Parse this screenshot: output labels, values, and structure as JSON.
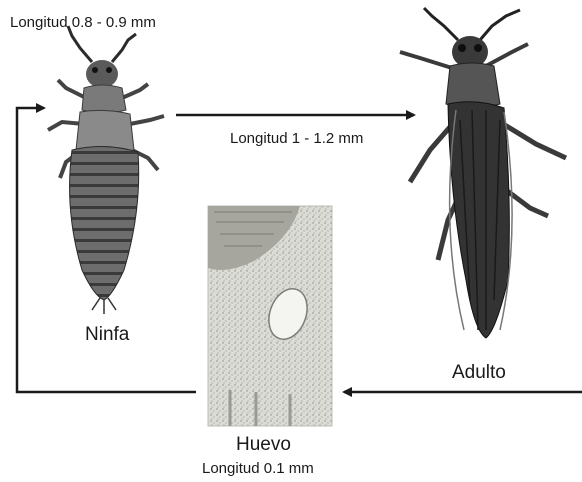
{
  "nymph": {
    "size_label": "Longitud 0.8 - 0.9 mm",
    "name": "Ninfa"
  },
  "adult": {
    "size_label": "Longitud 1 - 1.2 mm",
    "name": "Adulto"
  },
  "egg": {
    "name": "Huevo",
    "size_label": "Longitud 0.1 mm"
  },
  "colors": {
    "ink": "#1a1a1a",
    "egg_panel": "#d9d9d4",
    "insect_body": "#5c5c5c",
    "adult_body": "#333333"
  }
}
